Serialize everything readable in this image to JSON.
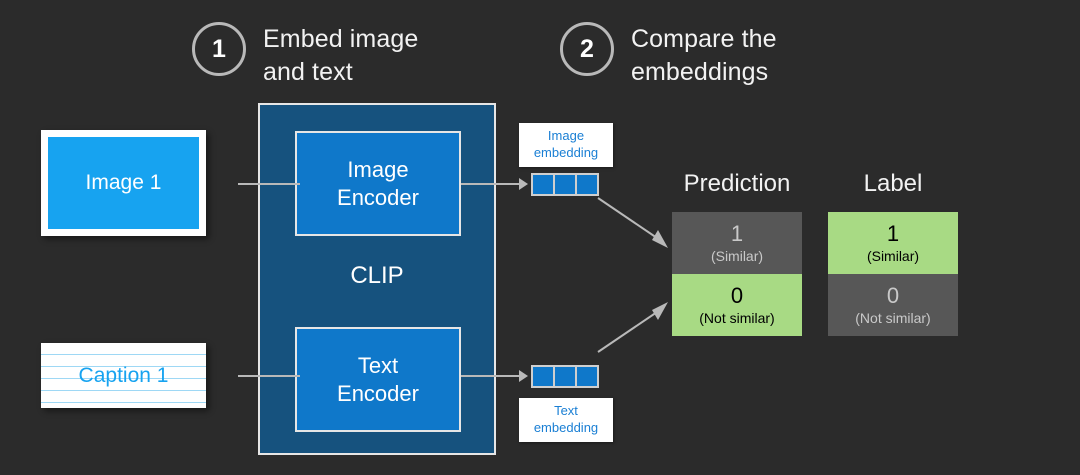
{
  "background_color": "#2b2b2b",
  "steps": [
    {
      "number": "1",
      "label": "Embed image\nand text"
    },
    {
      "number": "2",
      "label": "Compare the\nembeddings"
    }
  ],
  "inputs": {
    "image": {
      "text": "Image 1",
      "fill_color": "#17a3f0"
    },
    "caption": {
      "text": "Caption 1",
      "text_color": "#17a3f0",
      "rule_color": "#9ed8f5"
    }
  },
  "model": {
    "name": "CLIP",
    "container_color": "#16527e",
    "encoder_color": "#0f78ca",
    "encoders": [
      {
        "name": "Image\nEncoder"
      },
      {
        "name": "Text\nEncoder"
      }
    ]
  },
  "embeddings": {
    "image": {
      "label": "Image\nembedding",
      "cells": 3,
      "cell_color": "#0f78ca"
    },
    "text": {
      "label": "Text\nembedding",
      "cells": 3,
      "cell_color": "#0f78ca"
    }
  },
  "comparison": {
    "active_color": "#a8da84",
    "inactive_color": "#575757",
    "columns": [
      {
        "title": "Prediction",
        "cells": [
          {
            "value": "1",
            "description": "(Similar)",
            "state": "inactive"
          },
          {
            "value": "0",
            "description": "(Not similar)",
            "state": "active"
          }
        ]
      },
      {
        "title": "Label",
        "cells": [
          {
            "value": "1",
            "description": "(Similar)",
            "state": "active"
          },
          {
            "value": "0",
            "description": "(Not similar)",
            "state": "inactive"
          }
        ]
      }
    ]
  }
}
